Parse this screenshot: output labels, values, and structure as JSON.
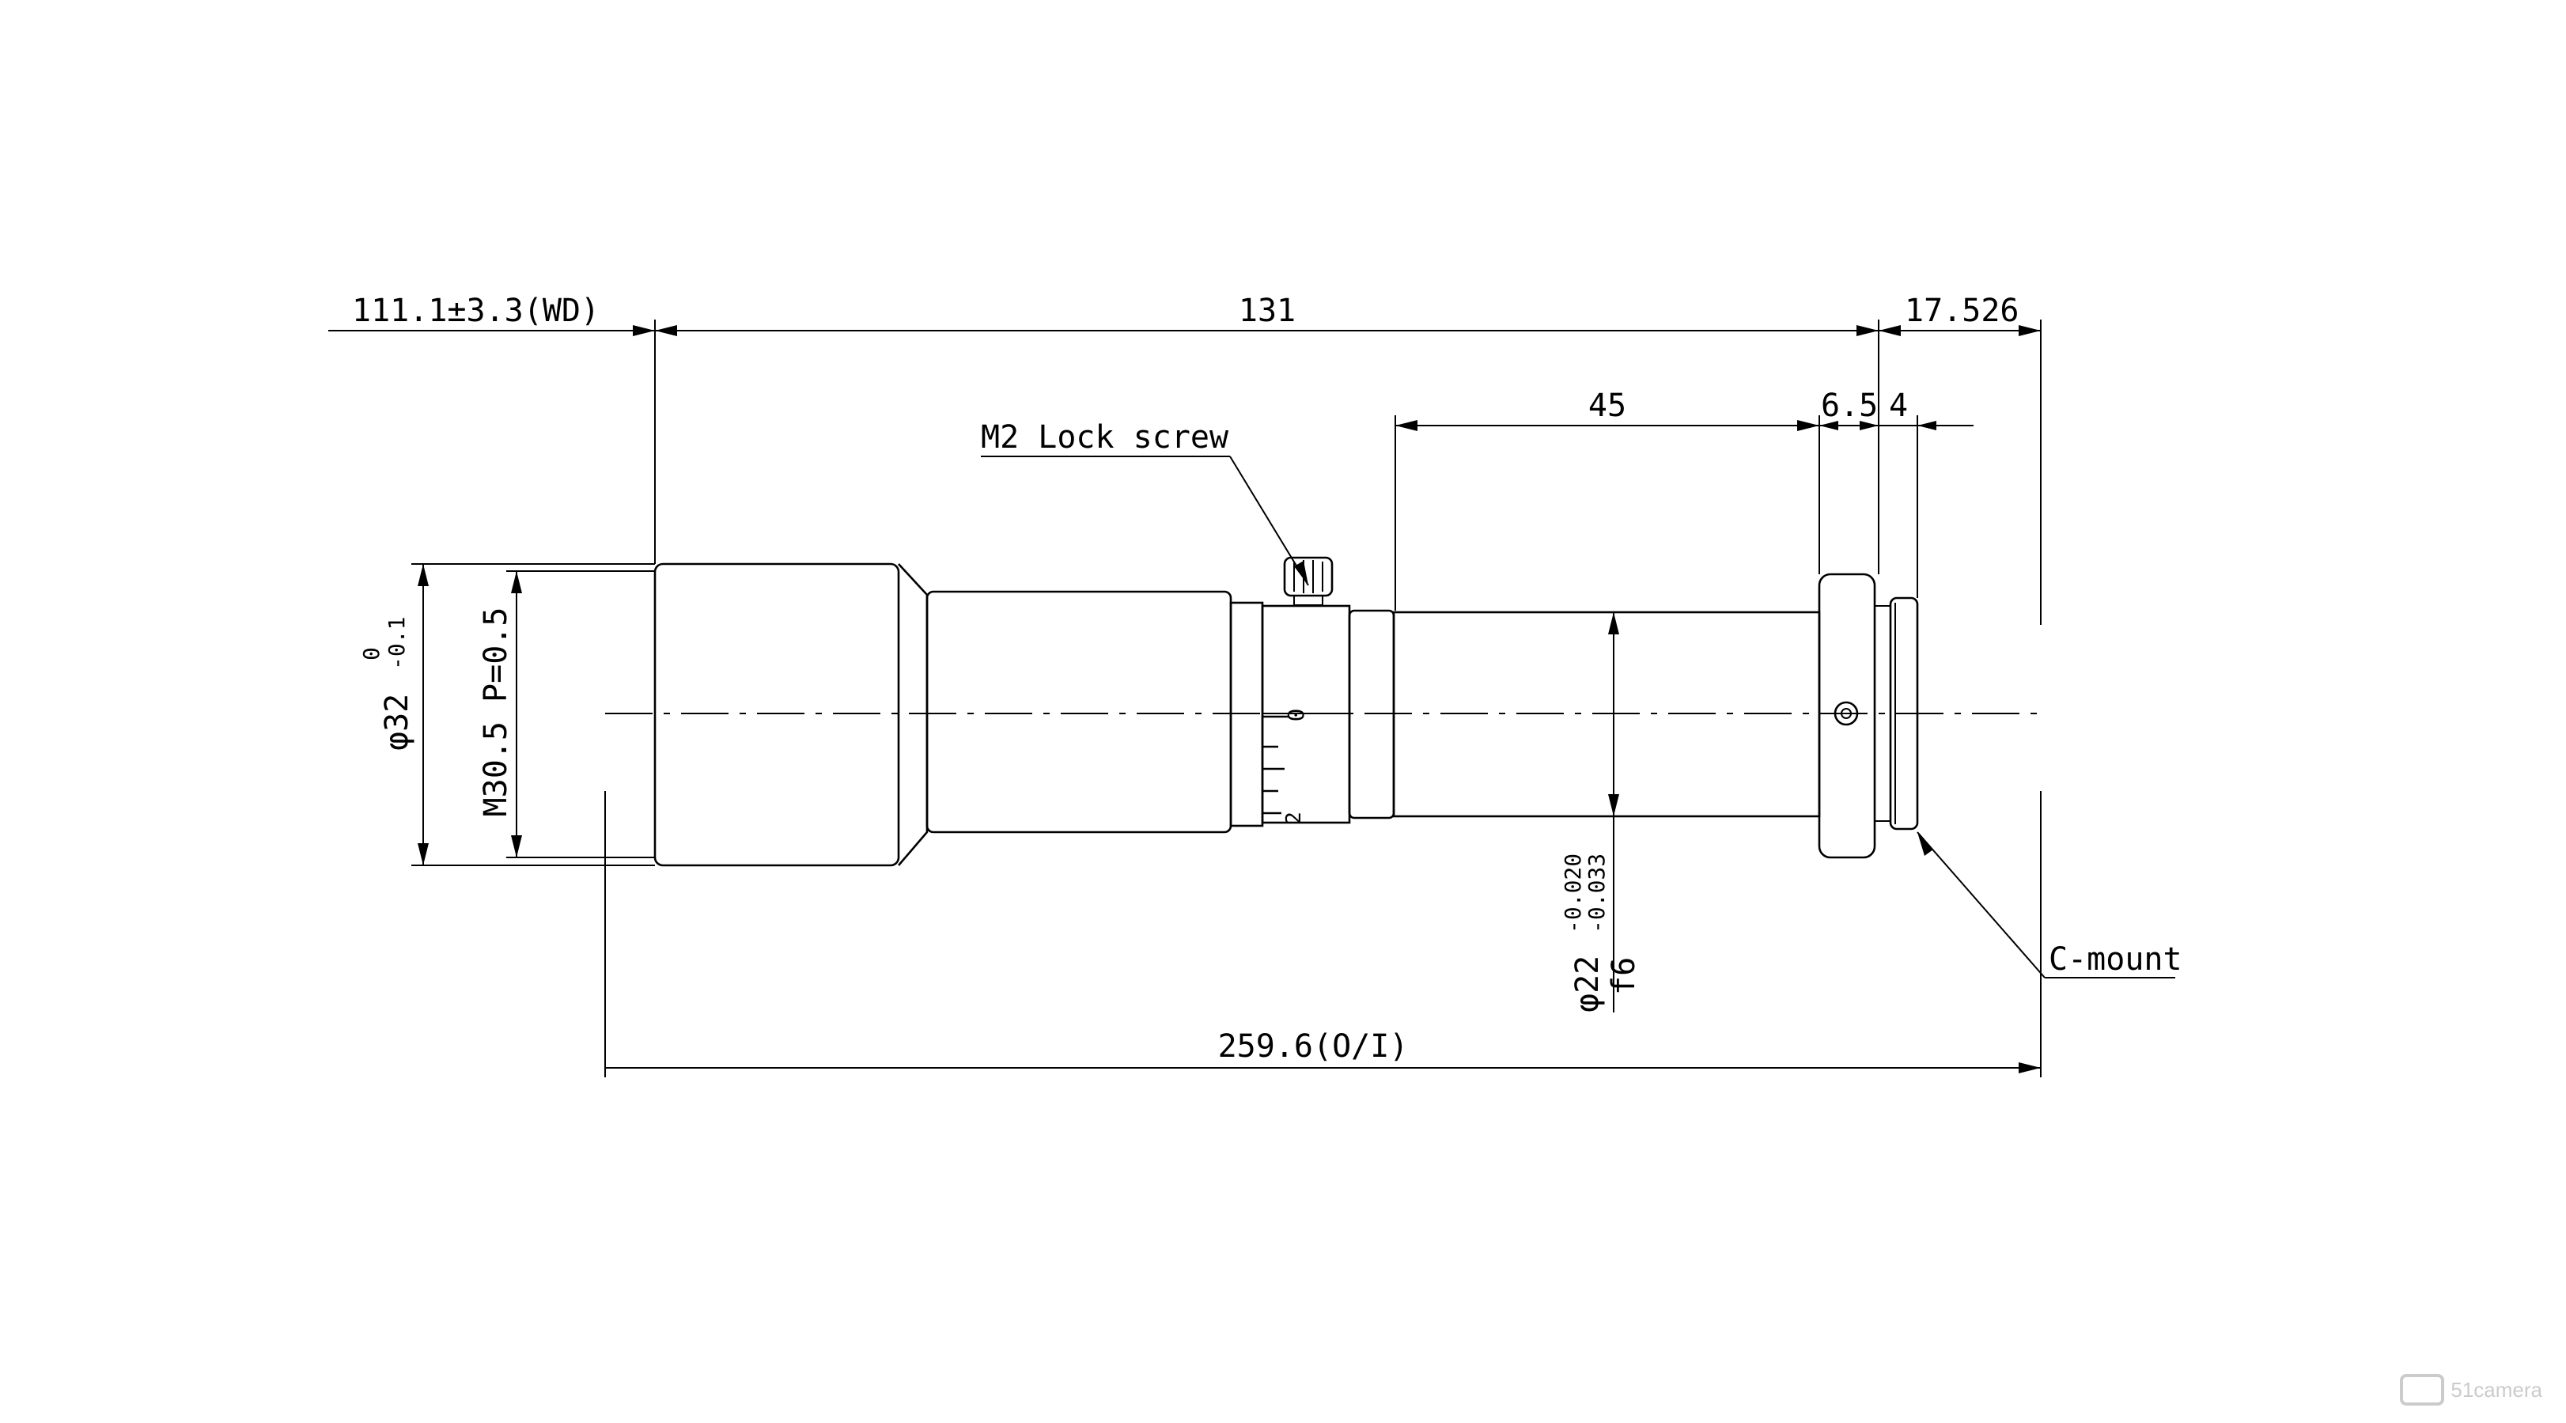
{
  "drawing": {
    "dims": {
      "wd": "111.1±3.3(WD)",
      "len131": "131",
      "len17": "17.526",
      "len45": "45",
      "len65": "6.5",
      "len4": "4",
      "total": "259.6(O/I)"
    },
    "labels": {
      "lock_screw": "M2 Lock screw",
      "cmount": "C-mount"
    },
    "diameter_32": {
      "main": "φ32",
      "upper_tol": "0",
      "lower_tol": "-0.1"
    },
    "thread": "M30.5 P=0.5",
    "diameter_22": {
      "main": "φ22",
      "upper_tol": "-0.020",
      "lower_tol": "-0.033",
      "fit": "f6"
    },
    "scale_marks": [
      "0",
      "2"
    ],
    "watermark": "51camera"
  }
}
